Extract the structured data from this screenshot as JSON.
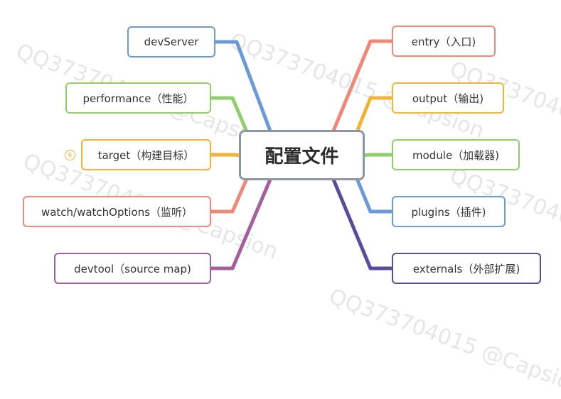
{
  "center": {
    "label": "配置文件"
  },
  "left": [
    {
      "id": "devserver",
      "label": "devServer",
      "color": "#6a9bd8"
    },
    {
      "id": "performance",
      "label": "performance（性能）",
      "color": "#8fcf6a"
    },
    {
      "id": "target",
      "label": "target（构建目标）",
      "color": "#f3b335",
      "badge": "6"
    },
    {
      "id": "watch",
      "label": "watch/watchOptions（监听）",
      "color": "#f0887a"
    },
    {
      "id": "devtool",
      "label": "devtool（source map)",
      "color": "#a4609e"
    }
  ],
  "right": [
    {
      "id": "entry",
      "label": "entry（入口)",
      "color": "#f0887a"
    },
    {
      "id": "output",
      "label": "output（输出)",
      "color": "#f3b335"
    },
    {
      "id": "module",
      "label": "module（加载器)",
      "color": "#8fcf6a"
    },
    {
      "id": "plugins",
      "label": "plugins（插件)",
      "color": "#6a9bd8"
    },
    {
      "id": "externals",
      "label": "externals（外部扩展)",
      "color": "#5b4b9c"
    }
  ],
  "watermark": "QQ373704015 @Capsion"
}
